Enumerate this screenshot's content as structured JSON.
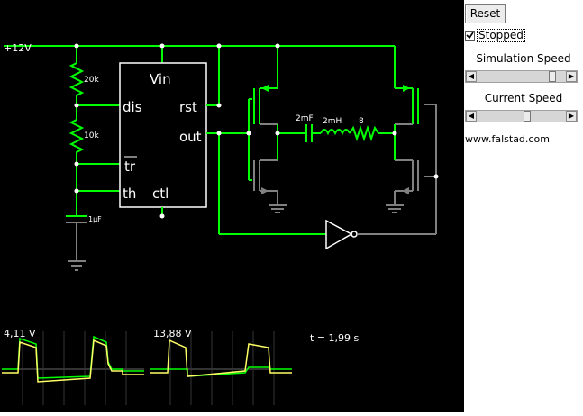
{
  "circuit": {
    "supply_label": "+12V",
    "timer_labels": {
      "vin": "Vin",
      "dis": "dis",
      "rst": "rst",
      "out": "out",
      "tr": "tr",
      "th": "th",
      "ctl": "ctl"
    },
    "components": {
      "r1": "20k",
      "r2": "10k",
      "c1": "1μF",
      "c2": "2mF",
      "l1": "2mH",
      "r3": "8"
    }
  },
  "scopes": [
    {
      "label": "4,11 V"
    },
    {
      "label": "13,88 V"
    }
  ],
  "time_label": "t = 1,99 s",
  "panel": {
    "reset_label": "Reset",
    "stopped_label": "Stopped",
    "stopped_checked": true,
    "sim_speed_label": "Simulation Speed",
    "sim_speed_value": 0.88,
    "current_speed_label": "Current Speed",
    "current_speed_value": 0.57,
    "website": "www.falstad.com"
  },
  "colors": {
    "live": "#00ff00",
    "gray": "#808080",
    "trace": "#ffff66",
    "bg": "#000000"
  }
}
